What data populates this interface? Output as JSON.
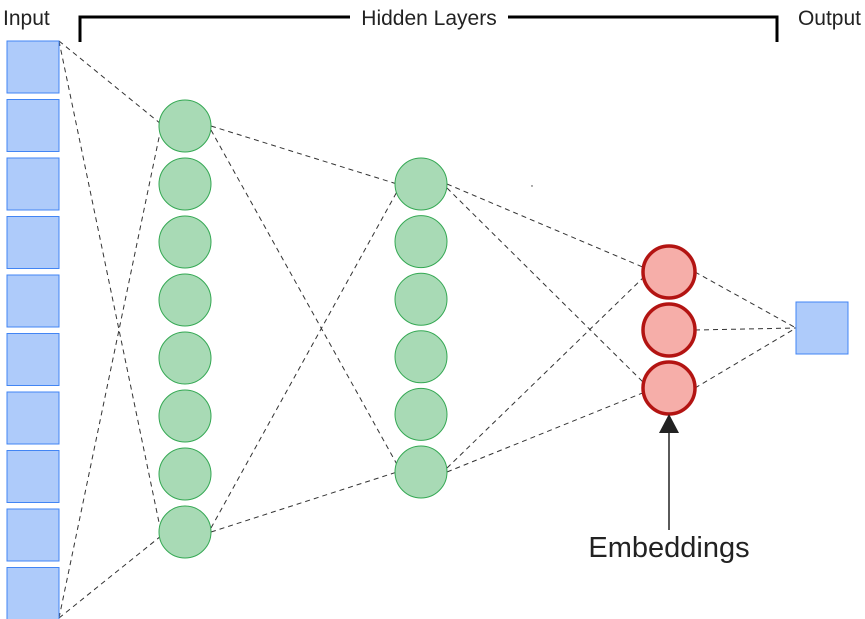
{
  "labels": {
    "input": "Input",
    "hidden_layers": "Hidden Layers",
    "output": "Output",
    "embeddings": "Embeddings"
  },
  "colors": {
    "input_fill": "#aecbfa",
    "input_stroke": "#4285f4",
    "hidden_fill": "#a8dab5",
    "hidden_stroke": "#34a853",
    "embedding_fill": "#f6aea9",
    "embedding_stroke": "#b31412",
    "line": "#333333",
    "arrow": "#222222"
  },
  "layers": {
    "input_nodes": 10,
    "hidden_layer_1_nodes": 8,
    "hidden_layer_2_nodes": 6,
    "embedding_nodes": 3,
    "output_nodes": 1
  }
}
